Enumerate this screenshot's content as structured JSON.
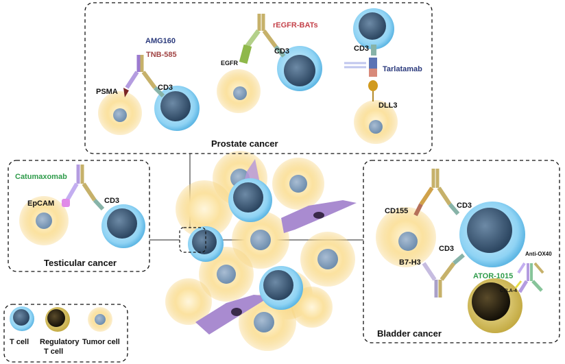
{
  "colors": {
    "drug_blue": "#2b3a7c",
    "drug_red": "#a14444",
    "drug_green": "#2e9b4a",
    "tcell": "#8fd3f4",
    "nucleus": "#3e5b78",
    "tumor": "#f6d27a",
    "treg": "#c9b24a",
    "fibroblast": "#a98bd0",
    "dashed_border": "#111111"
  },
  "panels": {
    "prostate": {
      "title": "Prostate cancer",
      "drug_amg160": "AMG160",
      "drug_tnb585": "TNB-585",
      "psma": "PSMA",
      "cd3_left": "CD3",
      "drug_regfr": "rEGFR-BATs",
      "egfr": "EGFR",
      "cd3_mid": "CD3",
      "cd3_right": "CD3",
      "drug_tarlatamab": "Tarlatamab",
      "dll3": "DLL3"
    },
    "testicular": {
      "title": "Testicular cancer",
      "drug": "Catumaxomab",
      "epcam": "EpCAM",
      "cd3": "CD3"
    },
    "bladder": {
      "title": "Bladder cancer",
      "cd155": "CD155",
      "cd3_top": "CD3",
      "cd3_mid": "CD3",
      "b7h3": "B7-H3",
      "drug": "ATOR-1015",
      "anti_ox40": "Anti-OX40",
      "ctla4": "CTLA-4"
    },
    "legend": {
      "tcell": "T cell",
      "treg_line1": "Regulatory",
      "treg_line2": "T cell",
      "tumor": "Tumor cell"
    }
  }
}
